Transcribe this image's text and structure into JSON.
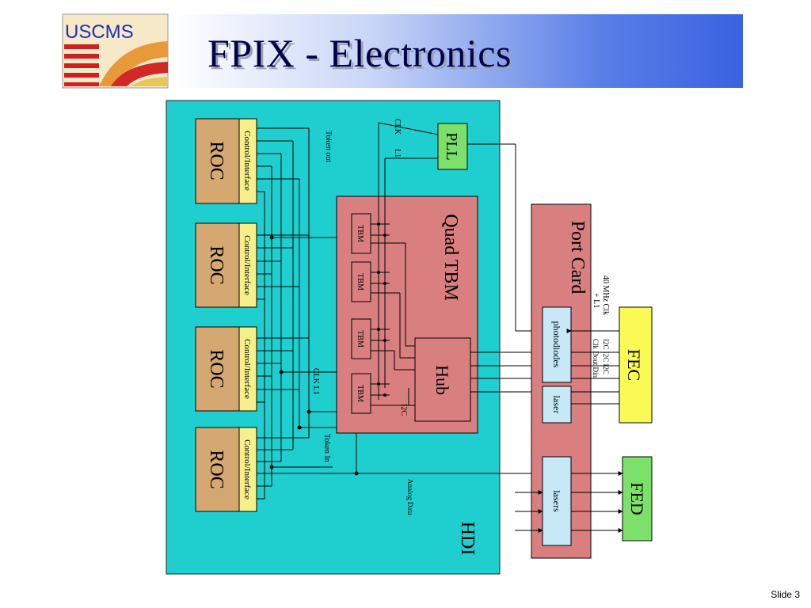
{
  "logo": {
    "text": "USCMS"
  },
  "title": "FPIX - Electronics",
  "slide_number": "Slide 3",
  "diagram": {
    "roc_label": "ROC",
    "control_interface_label": "Control/Interface",
    "pll_label": "PLL",
    "quad_tbm_label": "Quad TBM",
    "tbm_label": "TBM",
    "hub_label": "Hub",
    "hdi_label": "HDI",
    "port_card_label": "Port Card",
    "photodiodes_label": "photodiodes",
    "laser_label": "laser",
    "lasers_label": "lasers",
    "fec_label": "FEC",
    "fed_label": "FED",
    "signals": {
      "clk": "CLK",
      "l1": "L1",
      "token_out": "Token out",
      "token_in": "Token In",
      "clk_l1": "CLK L1",
      "i2c": "I2C",
      "analog_data": "Analog Data",
      "mhz_clk": "40 MHz Clk",
      "plus_l1": "+ L1",
      "clk_dout_din_1": "Clk Dout Din",
      "i2c_row": "I2C I2C I2C"
    }
  }
}
